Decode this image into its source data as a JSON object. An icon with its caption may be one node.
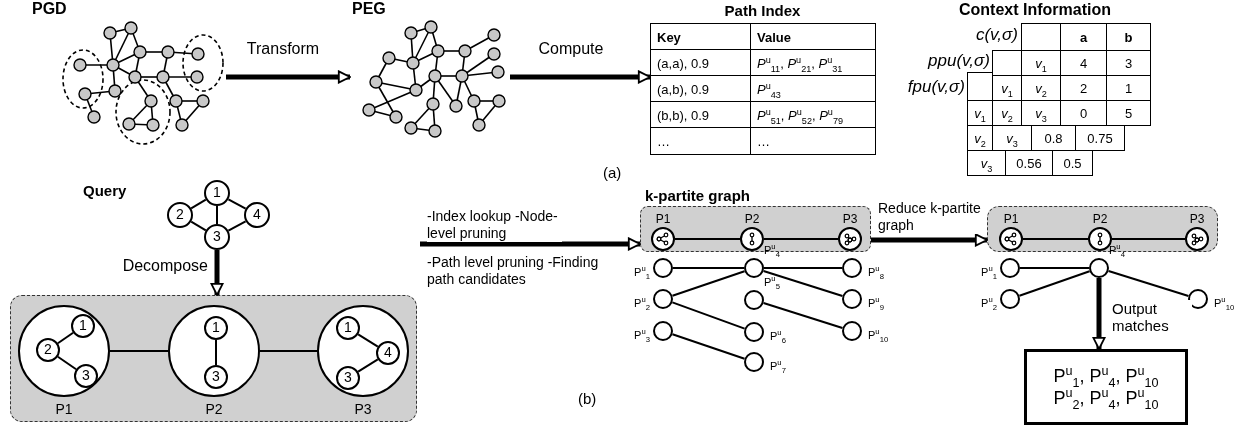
{
  "diagram": {
    "nodes": [
      {
        "text": [
          "PGD"
        ]
      },
      {
        "text": [
          "PEG"
        ]
      },
      {
        "text": [
          "Path Index"
        ]
      },
      {
        "text": [
          "1"
        ]
      },
      {
        "text": [
          "2"
        ]
      },
      {
        "text": [
          "4"
        ]
      },
      {
        "text": [
          "3"
        ]
      },
      {
        "text": [],
        "shape": "box"
      },
      {
        "text": [
          "P1"
        ],
        "in": 7
      },
      {
        "text": [
          "1"
        ],
        "in": 8
      },
      {
        "text": [
          "2"
        ],
        "in": 8
      },
      {
        "text": [
          "3"
        ],
        "in": 8
      },
      {
        "text": [
          "P2"
        ],
        "in": 7
      },
      {
        "text": [
          "1"
        ],
        "in": 12
      },
      {
        "text": [
          "3"
        ],
        "in": 12
      },
      {
        "text": [
          "P3"
        ],
        "in": 7
      },
      {
        "text": [
          "1"
        ],
        "in": 15
      },
      {
        "text": [
          "4"
        ],
        "in": 15
      },
      {
        "text": [
          "3"
        ],
        "in": 15
      },
      {
        "text": [
          "k-partite graph"
        ]
      },
      {
        "text": [
          "P1"
        ],
        "in": 19
      },
      {
        "text": [
          "P2"
        ],
        "in": 19
      },
      {
        "text": [
          "P3"
        ],
        "in": 19
      },
      {
        "text": [],
        "shape": "circle",
        "beside": [
          "P$^{u}$$_{1}$"
        ]
      },
      {
        "text": [],
        "shape": "circle",
        "beside": [
          "P$^{u}$$_{2}$"
        ]
      },
      {
        "text": [],
        "shape": "circle",
        "beside": [
          "P$^{u}$$_{3}$"
        ]
      },
      {
        "text": [],
        "shape": "circle",
        "beside": [
          "P$^{u}$$_{4}$"
        ]
      },
      {
        "text": [],
        "shape": "circle",
        "beside": [
          "P$^{u}$$_{5}$"
        ]
      },
      {
        "text": [],
        "shape": "circle",
        "beside": [
          "P$^{u}$$_{6}$"
        ]
      },
      {
        "text": [],
        "shape": "circle",
        "beside": [
          "P$^{u}$$_{7}$"
        ]
      },
      {
        "text": [],
        "shape": "circle",
        "beside": [
          "P$^{u}$$_{8}$"
        ]
      },
      {
        "text": [],
        "shape": "circle",
        "beside": [
          "P$^{u}$$_{9}$"
        ]
      },
      {
        "text": [],
        "shape": "circle",
        "beside": [
          "P$^{u}$$_{10}$"
        ]
      },
      {
        "text": [],
        "shape": "box"
      },
      {
        "text": [
          "P1"
        ],
        "in": 33
      },
      {
        "text": [
          "P2"
        ],
        "in": 33
      },
      {
        "text": [
          "P3"
        ],
        "in": 33
      },
      {
        "text": [],
        "shape": "circle",
        "beside": [
          "P$^{u}$$_{1}$"
        ]
      },
      {
        "text": [],
        "shape": "circle",
        "beside": [
          "P$^{u}$$_{2}$"
        ]
      },
      {
        "text": [],
        "shape": "circle",
        "beside": [
          "P$^{u}$$_{4}$"
        ]
      },
      {
        "text": [],
        "shape": "circle",
        "beside": [
          "P$^{u}$$_{10}$"
        ]
      },
      {
        "text": [
          "P$^{u}$$_{1}$, P$^{u}$$_{4}$, P$^{u}$$_{10}$",
          "P$^{u}$$_{2}$, P$^{u}$$_{4}$, P$^{u}$$_{10}$"
        ]
      }
    ],
    "edges": [
      {
        "from": 0,
        "to": 1,
        "arrow": "to",
        "label": "Transform",
        "style": "thick"
      },
      {
        "from": 1,
        "to": 2,
        "arrow": "to",
        "label": "Compute",
        "style": "thick"
      },
      {
        "from": 3,
        "to": 4,
        "arrow": "none"
      },
      {
        "from": 3,
        "to": 6,
        "arrow": "none"
      },
      {
        "from": 3,
        "to": 5,
        "arrow": "none"
      },
      {
        "from": 4,
        "to": 6,
        "arrow": "none"
      },
      {
        "from": 5,
        "to": 6,
        "arrow": "none"
      },
      {
        "from": 6,
        "to": 7,
        "arrow": "to",
        "label": "Decompose",
        "style": "thick"
      },
      {
        "from": 8,
        "to": 12,
        "arrow": "none"
      },
      {
        "from": 12,
        "to": 15,
        "arrow": "none"
      },
      {
        "from": 10,
        "to": 9,
        "arrow": "none"
      },
      {
        "from": 10,
        "to": 11,
        "arrow": "none"
      },
      {
        "from": 13,
        "to": 14,
        "arrow": "none"
      },
      {
        "from": 17,
        "to": 16,
        "arrow": "none"
      },
      {
        "from": 17,
        "to": 18,
        "arrow": "none"
      },
      {
        "from": null,
        "to": 19,
        "arrow": "to",
        "label": "-Index lookup -Node-level pruning",
        "style": "thick"
      },
      {
        "from": 20,
        "to": 21,
        "arrow": "none"
      },
      {
        "from": 21,
        "to": 22,
        "arrow": "none"
      },
      {
        "from": 23,
        "to": 26,
        "arrow": "none"
      },
      {
        "from": 24,
        "to": 26,
        "arrow": "none"
      },
      {
        "from": 24,
        "to": 28,
        "arrow": "none"
      },
      {
        "from": 25,
        "to": 29,
        "arrow": "none"
      },
      {
        "from": 26,
        "to": 30,
        "arrow": "none"
      },
      {
        "from": 26,
        "to": 31,
        "arrow": "none"
      },
      {
        "from": 27,
        "to": 32,
        "arrow": "none"
      },
      {
        "from": 19,
        "to": 33,
        "arrow": "to",
        "label": "Reduce k-partite graph",
        "style": "thick"
      },
      {
        "from": 34,
        "to": 35,
        "arrow": "none"
      },
      {
        "from": 35,
        "to": 36,
        "arrow": "none"
      },
      {
        "from": 37,
        "to": 39,
        "arrow": "none"
      },
      {
        "from": 38,
        "to": 39,
        "arrow": "none"
      },
      {
        "from": 39,
        "to": 40,
        "arrow": "none"
      },
      {
        "from": 39,
        "to": 41,
        "arrow": "to",
        "label": "Output matches",
        "style": "thick"
      }
    ],
    "labels": [
      "Key",
      "Value",
      "(a,a), 0.9",
      "*P*$^{u}$$_{11}$, *P*$^{u}$$_{21}$, *P*$^{u}$$_{31}$",
      "(a,b), 0.9",
      "*P*$^{u}$$_{43}$",
      "(b,b), 0.9",
      "*P*$^{u}$$_{51}$, *P*$^{u}$$_{52}$, *P*$^{u}$$_{79}$",
      "…",
      "…",
      "Context Information",
      "c(v,σ)",
      "a",
      "b",
      "ppu(v,σ)",
      "*v*$_{1}$",
      "4",
      "3",
      "fpu(v,σ)",
      "*v*$_{1}$",
      "*v*$_{2}$",
      "2",
      "1",
      "*v*$_{1}$",
      "*v*$_{2}$",
      "*v*$_{3}$",
      "0",
      "5",
      "*v*$_{2}$",
      "*v*$_{3}$",
      "0.8",
      "0.75",
      "*v*$_{3}$",
      "0.56",
      "0.5",
      "(a)",
      "Query",
      "-Path level pruning -Finding path candidates",
      "(b)"
    ]
  }
}
